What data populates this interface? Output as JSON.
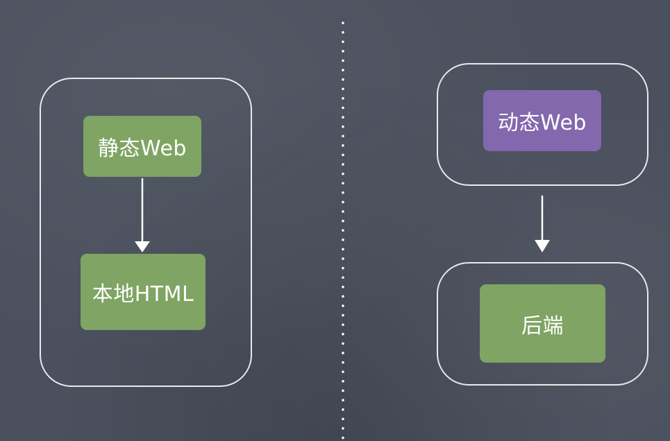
{
  "diagram": {
    "left": {
      "top_node": "静态Web",
      "bottom_node": "本地HTML"
    },
    "right": {
      "top_node": "动态Web",
      "bottom_node": "后端"
    },
    "colors": {
      "background": "#4a505d",
      "green_node": "#7fa463",
      "purple_node": "#8368ad",
      "chalk": "#ffffff"
    }
  }
}
